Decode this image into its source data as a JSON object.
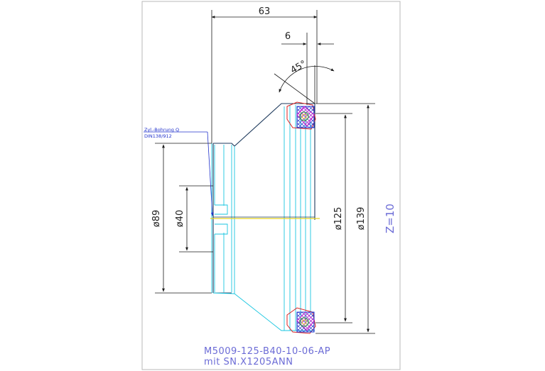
{
  "drawing": {
    "dimensions": {
      "d63": "63",
      "d6": "6",
      "a45": "45°",
      "dia89": "ø89",
      "dia40": "ø40",
      "dia125": "ø125",
      "dia139": "ø139"
    },
    "teeth": "Z=10",
    "bore_note": {
      "line1": "Zyl.-Bohrung Q",
      "line2": "DIN138/912"
    },
    "part_number": "M5009-125-B40-10-06-AP",
    "bearing": "mit SN.X1205ANN"
  },
  "colors": {
    "frame": "#b8b8b8",
    "outline": "#1e3a5c",
    "dimension": "#1a1a1a",
    "cyan": "#19c6e0",
    "blue": "#2233cc",
    "red": "#dd2222",
    "magenta": "#cc22cc",
    "green": "#22aa33",
    "yellow": "#e6d21e",
    "label": "#6b6bd6"
  }
}
